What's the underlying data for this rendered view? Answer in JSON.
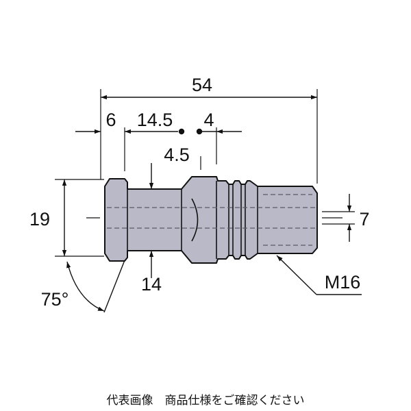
{
  "dimensions": {
    "overall_length": "54",
    "head_length": "6",
    "neck_length": "14.5",
    "step": "4",
    "collar": "4.5",
    "head_diameter": "19",
    "neck_diameter": "14",
    "thread": "M16",
    "thread_end": "7",
    "angle": "75°"
  },
  "caption": "代表画像　商品仕様をご確認ください",
  "colors": {
    "body_fill": "#b9b9c8",
    "outline": "#111111",
    "hidden": "#5c5c66"
  }
}
